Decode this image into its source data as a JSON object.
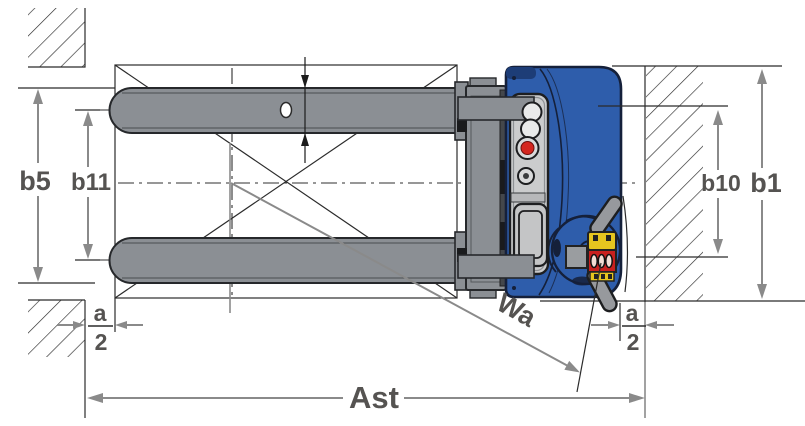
{
  "diagram": {
    "labels": {
      "b5": "b5",
      "b11": "b11",
      "b10": "b10",
      "b1": "b1",
      "wa": "Wa",
      "ast": "Ast",
      "a_half_left": {
        "numerator": "a",
        "denominator": "2"
      },
      "a_half_right": {
        "numerator": "a",
        "denominator": "2"
      }
    },
    "colors": {
      "body_blue": "#2e5dab",
      "outline_navy": "#15203a",
      "fork_gray": "#8b8f94",
      "fork_stroke": "#26282b",
      "panel_gray": "#cbcccd",
      "button_red": "#d4261f",
      "tiller_red": "#c8201e",
      "tiller_yellow": "#e6c51f",
      "grip_gray": "#97999d",
      "dimension_gray": "#8a8a8a",
      "label_gray": "#555351",
      "line_black": "#2b2b2b"
    }
  }
}
